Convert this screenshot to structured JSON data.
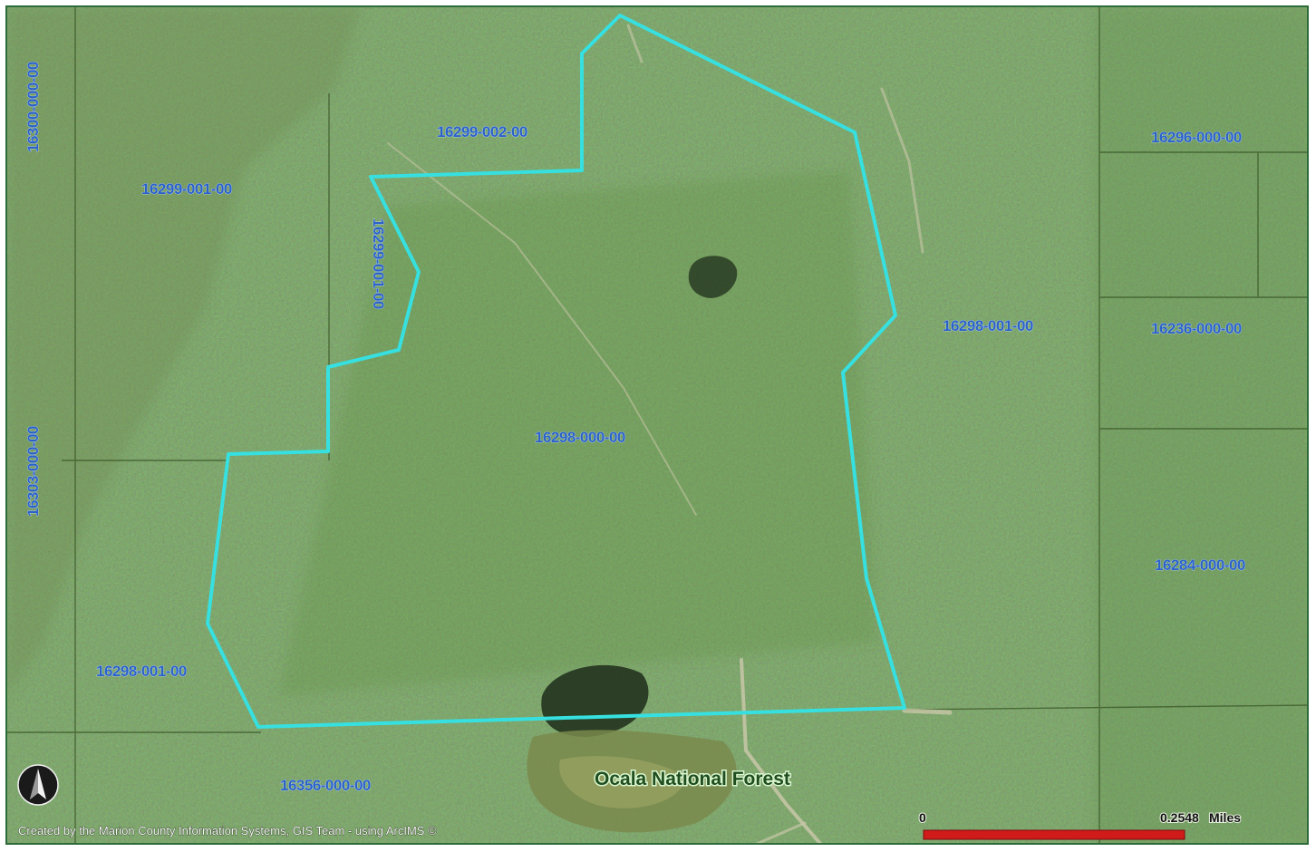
{
  "map": {
    "boundary_color": "#37e0e0",
    "label_color": "#2a62c9",
    "scale_bar_color": "#d11a1a"
  },
  "parcels": {
    "p1": "16300-000-00",
    "p2": "16299-002-00",
    "p3": "16299-001-00",
    "p4": "16296-000-00",
    "p5": "16299-001-00",
    "p6": "16298-001-00",
    "p7": "16236-000-00",
    "p8": "16303-000-00",
    "p9": "16298-000-00",
    "p10": "16284-000-00",
    "p11": "16298-001-00",
    "p12": "16356-000-00"
  },
  "place_label": "Ocala National Forest",
  "credit": "Created by the Marion County Information Systems, GIS Team - using ArcIMS ©",
  "scale": {
    "start": "0",
    "end": "0.2548",
    "unit": "Miles"
  },
  "north_arrow_icon": "north-arrow-icon"
}
